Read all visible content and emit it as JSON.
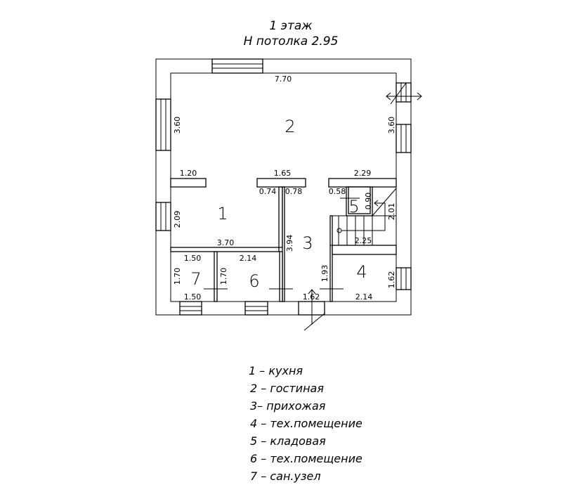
{
  "title": {
    "line1": "1 этаж",
    "line2": "Н потолка 2.95"
  },
  "rooms": [
    "1",
    "2",
    "3",
    "4",
    "5",
    "6",
    "7"
  ],
  "dims": {
    "top": "7.70",
    "left_living": "3.60",
    "right_living": "3.60",
    "stub1": "1.20",
    "stub2": "1.65",
    "stub3": "2.29",
    "d074": "0.74",
    "d078": "0.78",
    "d058": "0.58",
    "d090": "0.90",
    "kitchen_h": "2.09",
    "kitchen_w": "3.70",
    "hall_h": "3.94",
    "stair_h": "2.01",
    "stair_w": "2.25",
    "r7_top": "1.50",
    "r7_h": "1.70",
    "r7_bottom": "1.50",
    "r6_top": "2.14",
    "r6_h": "1.70",
    "hall_door": "1.93",
    "entry": "1.62",
    "r4_h": "1.62",
    "r4_w": "2.14"
  },
  "legend": [
    "1 – кухня",
    "2 – гостиная",
    "3– прихожая",
    "4 – тех.помещение",
    "5 – кладовая",
    "6 – тех.помещение",
    "7 – сан.узел"
  ]
}
